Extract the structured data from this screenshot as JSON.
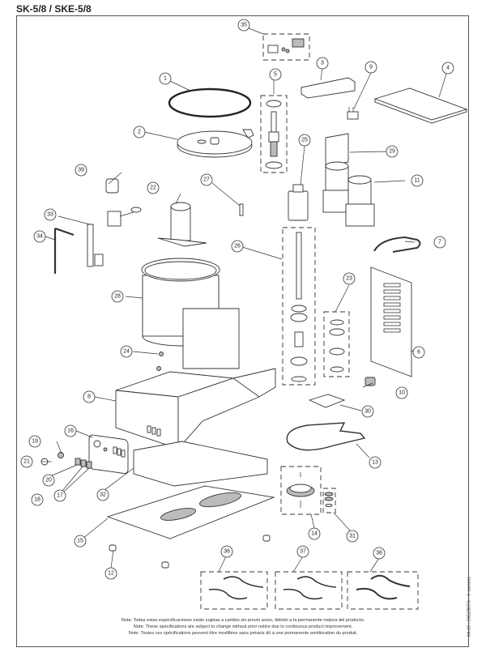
{
  "document": {
    "title": "SK-5/8 / SKE-5/8",
    "side_code": "04-10 - 2052387/6 - © sammic",
    "notes": [
      "Nota: Todas estas especificaciones están sujetas a cambio sin previo aviso, debido a la permanente mejora del producto.",
      "Note: These specifications are subject to change without prior notice due to continuous product improvement.",
      "Note: Toutes ces spécifications peuvent être modifiées sans préavis dû à une permanente amélioration du produit."
    ]
  },
  "callouts": [
    {
      "id": "c1",
      "label": "1",
      "part": "gasket-ring"
    },
    {
      "id": "c2",
      "label": "2",
      "part": "lid"
    },
    {
      "id": "c3",
      "label": "3",
      "part": "top-cover-bar"
    },
    {
      "id": "c4",
      "label": "4",
      "part": "top-cover-plate"
    },
    {
      "id": "c5",
      "label": "5",
      "part": "lid-safety-kit"
    },
    {
      "id": "c6",
      "label": "6",
      "part": "rear-panel"
    },
    {
      "id": "c7",
      "label": "7",
      "part": "power-cable"
    },
    {
      "id": "c8",
      "label": "8",
      "part": "front-housing"
    },
    {
      "id": "c9",
      "label": "9",
      "part": "microswitch"
    },
    {
      "id": "c10",
      "label": "10",
      "part": "cable-gland"
    },
    {
      "id": "c11",
      "label": "11",
      "part": "motors"
    },
    {
      "id": "c12",
      "label": "12",
      "part": "foot"
    },
    {
      "id": "c13",
      "label": "13",
      "part": "belt"
    },
    {
      "id": "c14",
      "label": "14",
      "part": "pulley-kit"
    },
    {
      "id": "c15",
      "label": "15",
      "part": "base-plate"
    },
    {
      "id": "c16",
      "label": "16",
      "part": "control-panel"
    },
    {
      "id": "c17",
      "label": "17",
      "part": "switch"
    },
    {
      "id": "c18",
      "label": "18",
      "part": "switch"
    },
    {
      "id": "c19",
      "label": "19",
      "part": "knob"
    },
    {
      "id": "c20",
      "label": "20",
      "part": "switch"
    },
    {
      "id": "c21",
      "label": "21",
      "part": "knob-cap"
    },
    {
      "id": "c22",
      "label": "22",
      "part": "blade-hub"
    },
    {
      "id": "c23",
      "label": "23",
      "part": "bearing-kit"
    },
    {
      "id": "c24",
      "label": "24",
      "part": "nut"
    },
    {
      "id": "c25",
      "label": "25",
      "part": "capacitor"
    },
    {
      "id": "c26",
      "label": "26",
      "part": "shaft-kit"
    },
    {
      "id": "c27",
      "label": "27",
      "part": "pin"
    },
    {
      "id": "c28",
      "label": "28",
      "part": "bowl"
    },
    {
      "id": "c29",
      "label": "29",
      "part": "electronic-board"
    },
    {
      "id": "c30",
      "label": "30",
      "part": "motor-support"
    },
    {
      "id": "c31",
      "label": "31",
      "part": "washer-kit"
    },
    {
      "id": "c32",
      "label": "32",
      "part": "chassis"
    },
    {
      "id": "c33",
      "label": "33",
      "part": "scraper-arm"
    },
    {
      "id": "c34",
      "label": "34",
      "part": "scraper-rack"
    },
    {
      "id": "c35",
      "label": "35",
      "part": "connector-kit"
    },
    {
      "id": "c36",
      "label": "36",
      "part": "blade-set"
    },
    {
      "id": "c37",
      "label": "37",
      "part": "blade-set"
    },
    {
      "id": "c38",
      "label": "38",
      "part": "blade-set"
    },
    {
      "id": "c39",
      "label": "39",
      "part": "coupling"
    }
  ]
}
